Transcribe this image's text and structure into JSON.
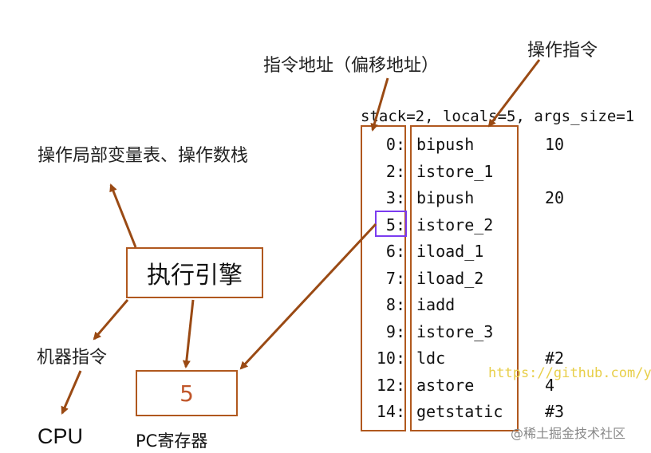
{
  "labels": {
    "addr_title": "指令地址（偏移地址）",
    "op_title": "操作指令",
    "locals_stack": "操作局部变量表、操作数栈",
    "exec_engine": "执行引擎",
    "machine_instr": "机器指令",
    "cpu": "CPU",
    "pc_value": "5",
    "pc_register": "PC寄存器"
  },
  "bytecode": {
    "header": "stack=2, locals=5, args_size=1",
    "rows": [
      {
        "addr": "0:",
        "op": "bipush",
        "arg": "10"
      },
      {
        "addr": "2:",
        "op": "istore_1",
        "arg": ""
      },
      {
        "addr": "3:",
        "op": "bipush",
        "arg": "20"
      },
      {
        "addr": "5:",
        "op": "istore_2",
        "arg": ""
      },
      {
        "addr": "6:",
        "op": "iload_1",
        "arg": ""
      },
      {
        "addr": "7:",
        "op": "iload_2",
        "arg": ""
      },
      {
        "addr": "8:",
        "op": "iadd",
        "arg": ""
      },
      {
        "addr": "9:",
        "op": "istore_3",
        "arg": ""
      },
      {
        "addr": "10:",
        "op": "ldc",
        "arg": "#2"
      },
      {
        "addr": "12:",
        "op": "astore",
        "arg": "4"
      },
      {
        "addr": "14:",
        "op": "getstatic",
        "arg": "#3"
      }
    ]
  },
  "watermark": "https://github.com/yo",
  "site_credit": "@稀土掘金技术社区",
  "colors": {
    "box_border": "#b0581e",
    "arrow": "#9a4a14",
    "highlight": "#7b3cf0",
    "pc_text": "#c0562a"
  }
}
